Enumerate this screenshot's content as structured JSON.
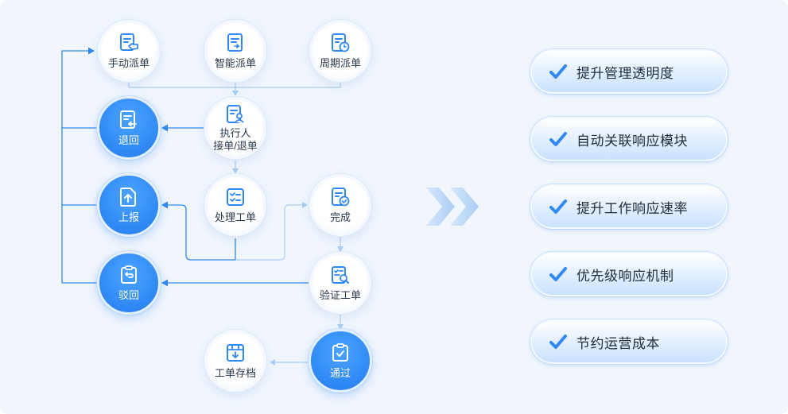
{
  "nodes": {
    "manual_dispatch": "手动派单",
    "smart_dispatch": "智能派单",
    "periodic_dispatch": "周期派单",
    "return": "退回",
    "executor_line1": "执行人",
    "executor_line2": "接单/退单",
    "report": "上报",
    "process": "处理工单",
    "complete": "完成",
    "reject": "驳回",
    "verify": "验证工单",
    "archive": "工单存档",
    "pass": "通过"
  },
  "benefits": [
    {
      "label": "提升管理透明度"
    },
    {
      "label": "自动关联响应模块"
    },
    {
      "label": "提升工作响应速率"
    },
    {
      "label": "优先级响应机制"
    },
    {
      "label": "节约运营成本"
    }
  ],
  "colors": {
    "accent": "#2f88f4",
    "line_light": "#a9cdf4",
    "line_dark": "#2f88f4",
    "panel_bg": "#f1f6fd"
  },
  "icons": {
    "manual_dispatch": "hand-document-icon",
    "smart_dispatch": "smart-document-icon",
    "periodic_dispatch": "clock-document-icon",
    "return": "return-document-icon",
    "executor": "person-document-icon",
    "report": "upload-document-icon",
    "process": "checklist-icon",
    "complete": "check-document-icon",
    "reject": "clipboard-reject-icon",
    "verify": "search-checklist-icon",
    "archive": "archive-box-icon",
    "pass": "clipboard-check-icon",
    "benefit": "checkmark-icon",
    "arrow": "double-chevron-right-icon"
  }
}
